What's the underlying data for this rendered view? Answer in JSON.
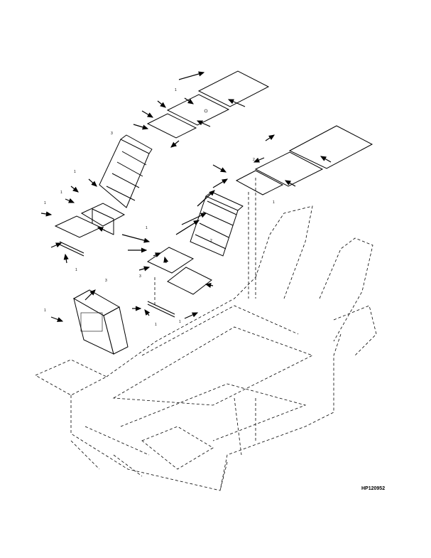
{
  "figure": {
    "id": "HP120952"
  },
  "callouts": [
    "1",
    "1",
    "2",
    "3",
    "1",
    "1",
    "1",
    "1",
    "3",
    "1",
    "1",
    "1",
    "1",
    "3",
    "1",
    "2"
  ]
}
